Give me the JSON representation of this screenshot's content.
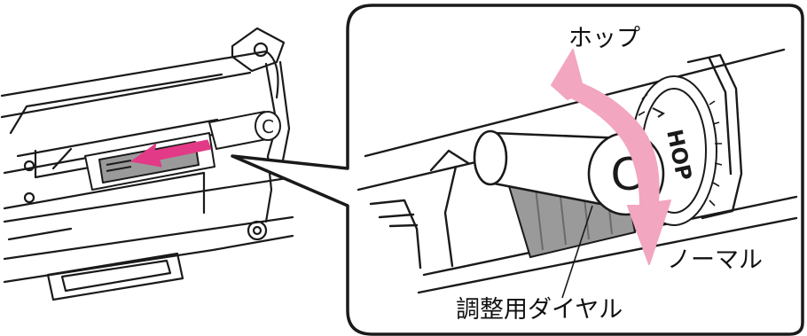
{
  "labels": {
    "hop": "ホップ",
    "normal": "ノーマル",
    "adjust_dial": "調整用ダイヤル"
  },
  "dial_markings": {
    "hop_text": "HOP",
    "cap_letter": "C"
  },
  "colors": {
    "line": "#1a1a1a",
    "arrow_pink": "#f2a6c0",
    "slide_arrow": "#e23a86",
    "shade": "#9a9a9a",
    "panel_bg": "#ffffff"
  }
}
